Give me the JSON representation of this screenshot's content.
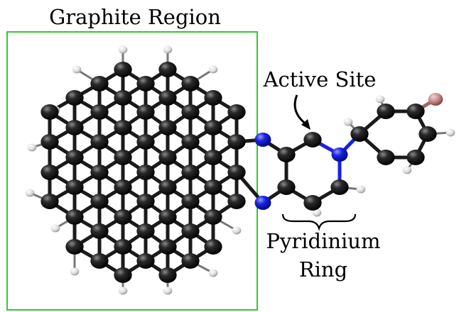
{
  "labels": {
    "graphite_region": "Graphite Region",
    "active_site": "Active Site",
    "pyridinium_line1": "Pyridinium",
    "pyridinium_line2": "Ring"
  },
  "colors": {
    "background": "#ffffff",
    "region_box": "#2ecc2e",
    "carbon": "#111111",
    "hydrogen": "#e6e6e6",
    "nitrogen": "#1a22dd",
    "bromine": "#c98d8d",
    "bond": "#1a1a1a",
    "nitrogen_bond": "#1a22dd"
  }
}
